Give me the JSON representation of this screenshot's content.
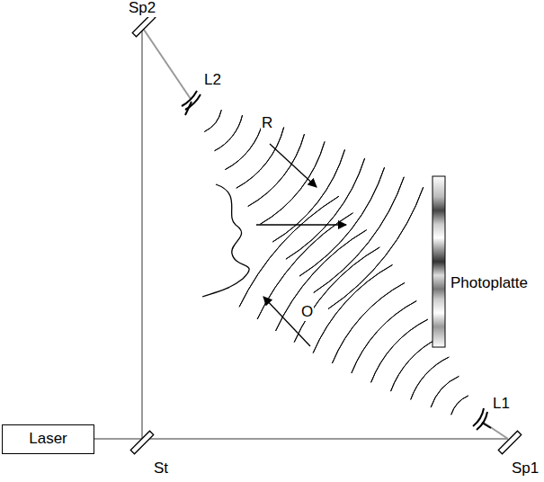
{
  "diagram": {
    "nodes": [
      {
        "text": [
          "Laser"
        ]
      }
    ],
    "labels": [
      "Sp2",
      "L2",
      "R",
      "Photoplatte",
      "O",
      "L1",
      "St",
      "Sp1"
    ]
  }
}
